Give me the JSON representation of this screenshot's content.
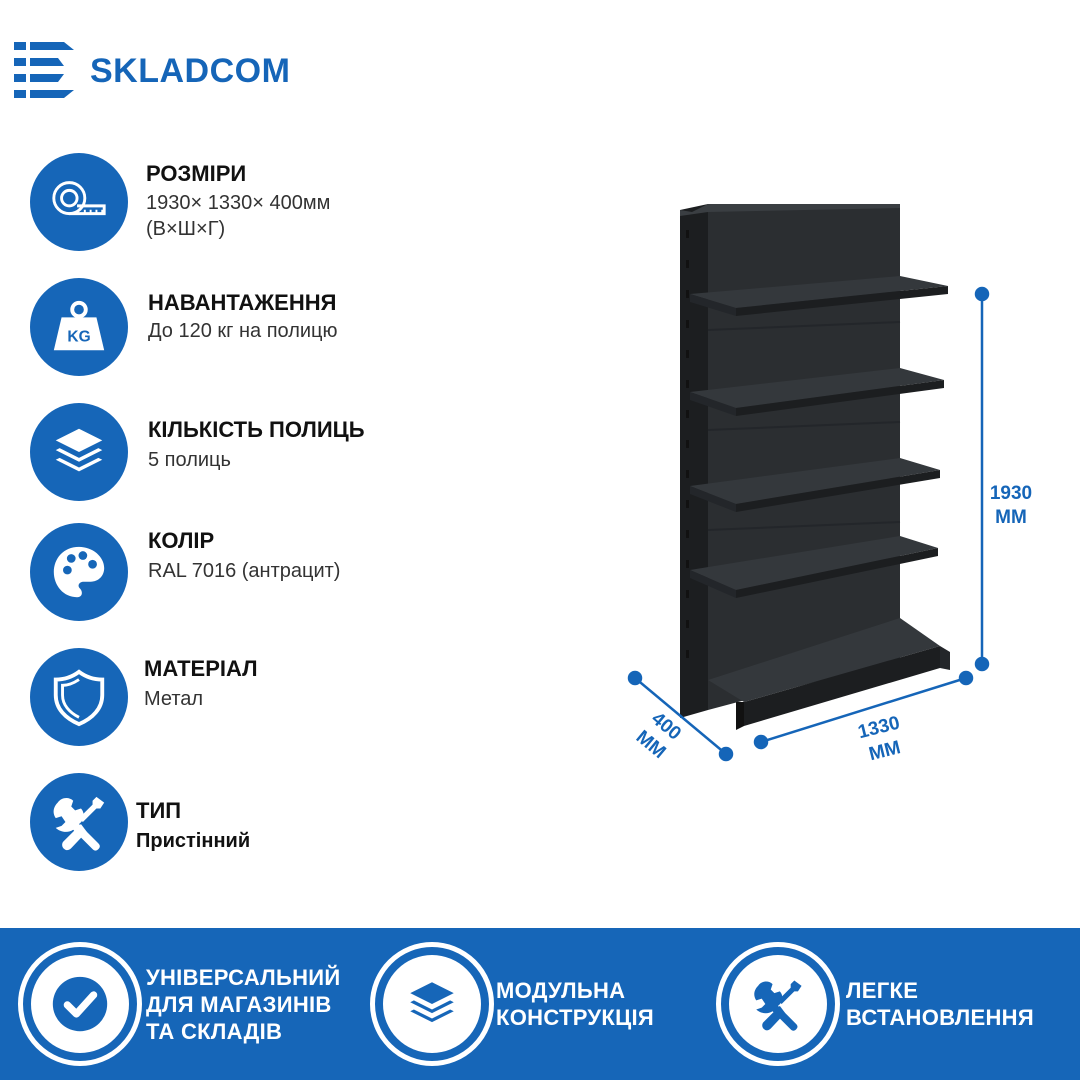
{
  "brand": {
    "name": "SKLADCOM",
    "color": "#1565b8"
  },
  "specs": [
    {
      "icon": "tape-measure-icon",
      "title": "РОЗМІРИ",
      "value_line1": "1930× 1330× 400мм",
      "value_line2": "(В×Ш×Г)"
    },
    {
      "icon": "weight-kg-icon",
      "title": "НАВАНТАЖЕННЯ",
      "value_line1": "До 120 кг на полицю",
      "icon_text": "KG"
    },
    {
      "icon": "layers-icon",
      "title": "КІЛЬКІСТЬ ПОЛИЦЬ",
      "value_line1": "5 полиць"
    },
    {
      "icon": "palette-icon",
      "title": "КОЛІР",
      "value_line1": "RAL 7016 (антрацит)"
    },
    {
      "icon": "shield-icon",
      "title": "МАТЕРІАЛ",
      "value_line1": "Метал"
    },
    {
      "icon": "tools-icon",
      "title": "ТИП",
      "value_line1": "Пристінний"
    }
  ],
  "dimensions": {
    "height": {
      "value": "1930",
      "unit": "ММ"
    },
    "width": {
      "value": "1330",
      "unit": "ММ"
    },
    "depth": {
      "value": "400",
      "unit": "ММ"
    }
  },
  "features": [
    {
      "icon": "checkmark-icon",
      "line1": "УНІВЕРСАЛЬНИЙ",
      "line2": "ДЛЯ МАГАЗИНІВ",
      "line3": "ТА СКЛАДІВ"
    },
    {
      "icon": "layers-icon",
      "line1": "МОДУЛЬНА",
      "line2": "КОНСТРУКЦІЯ"
    },
    {
      "icon": "tools-icon",
      "line1": "ЛЕГКЕ",
      "line2": "ВСТАНОВЛЕННЯ"
    }
  ],
  "colors": {
    "accent": "#1666b8",
    "shelf": "#2b2e31",
    "shelf_dark": "#1c1e20",
    "shelf_light": "#3a3e42"
  }
}
